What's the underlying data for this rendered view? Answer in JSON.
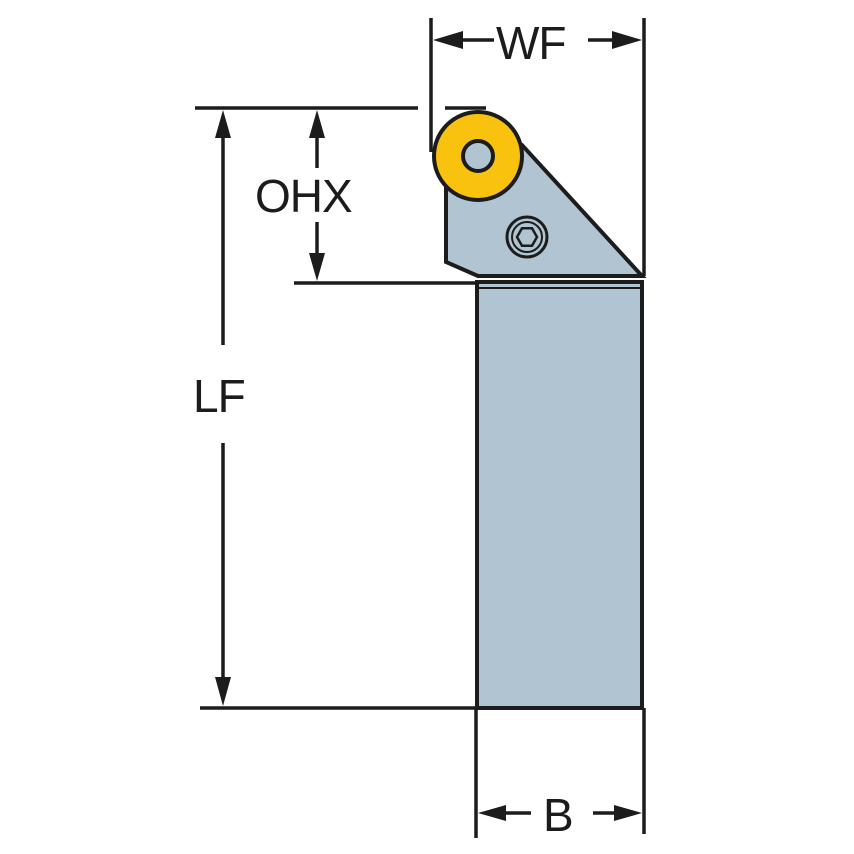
{
  "diagram": {
    "title": "Turning tool holder dimension drawing",
    "colors": {
      "line": "#1c1c1c",
      "body": "#b0c5d1",
      "insert": "#f9c20f",
      "background": "#ffffff"
    },
    "dimensions": {
      "wf": {
        "label": "WF"
      },
      "ohx": {
        "label": "OHX"
      },
      "lf": {
        "label": "LF"
      },
      "b": {
        "label": "B"
      }
    },
    "parts": {
      "insert": "round-insert",
      "screw": "hex-socket-screw",
      "head": "tool-head",
      "shank": "shank"
    }
  }
}
